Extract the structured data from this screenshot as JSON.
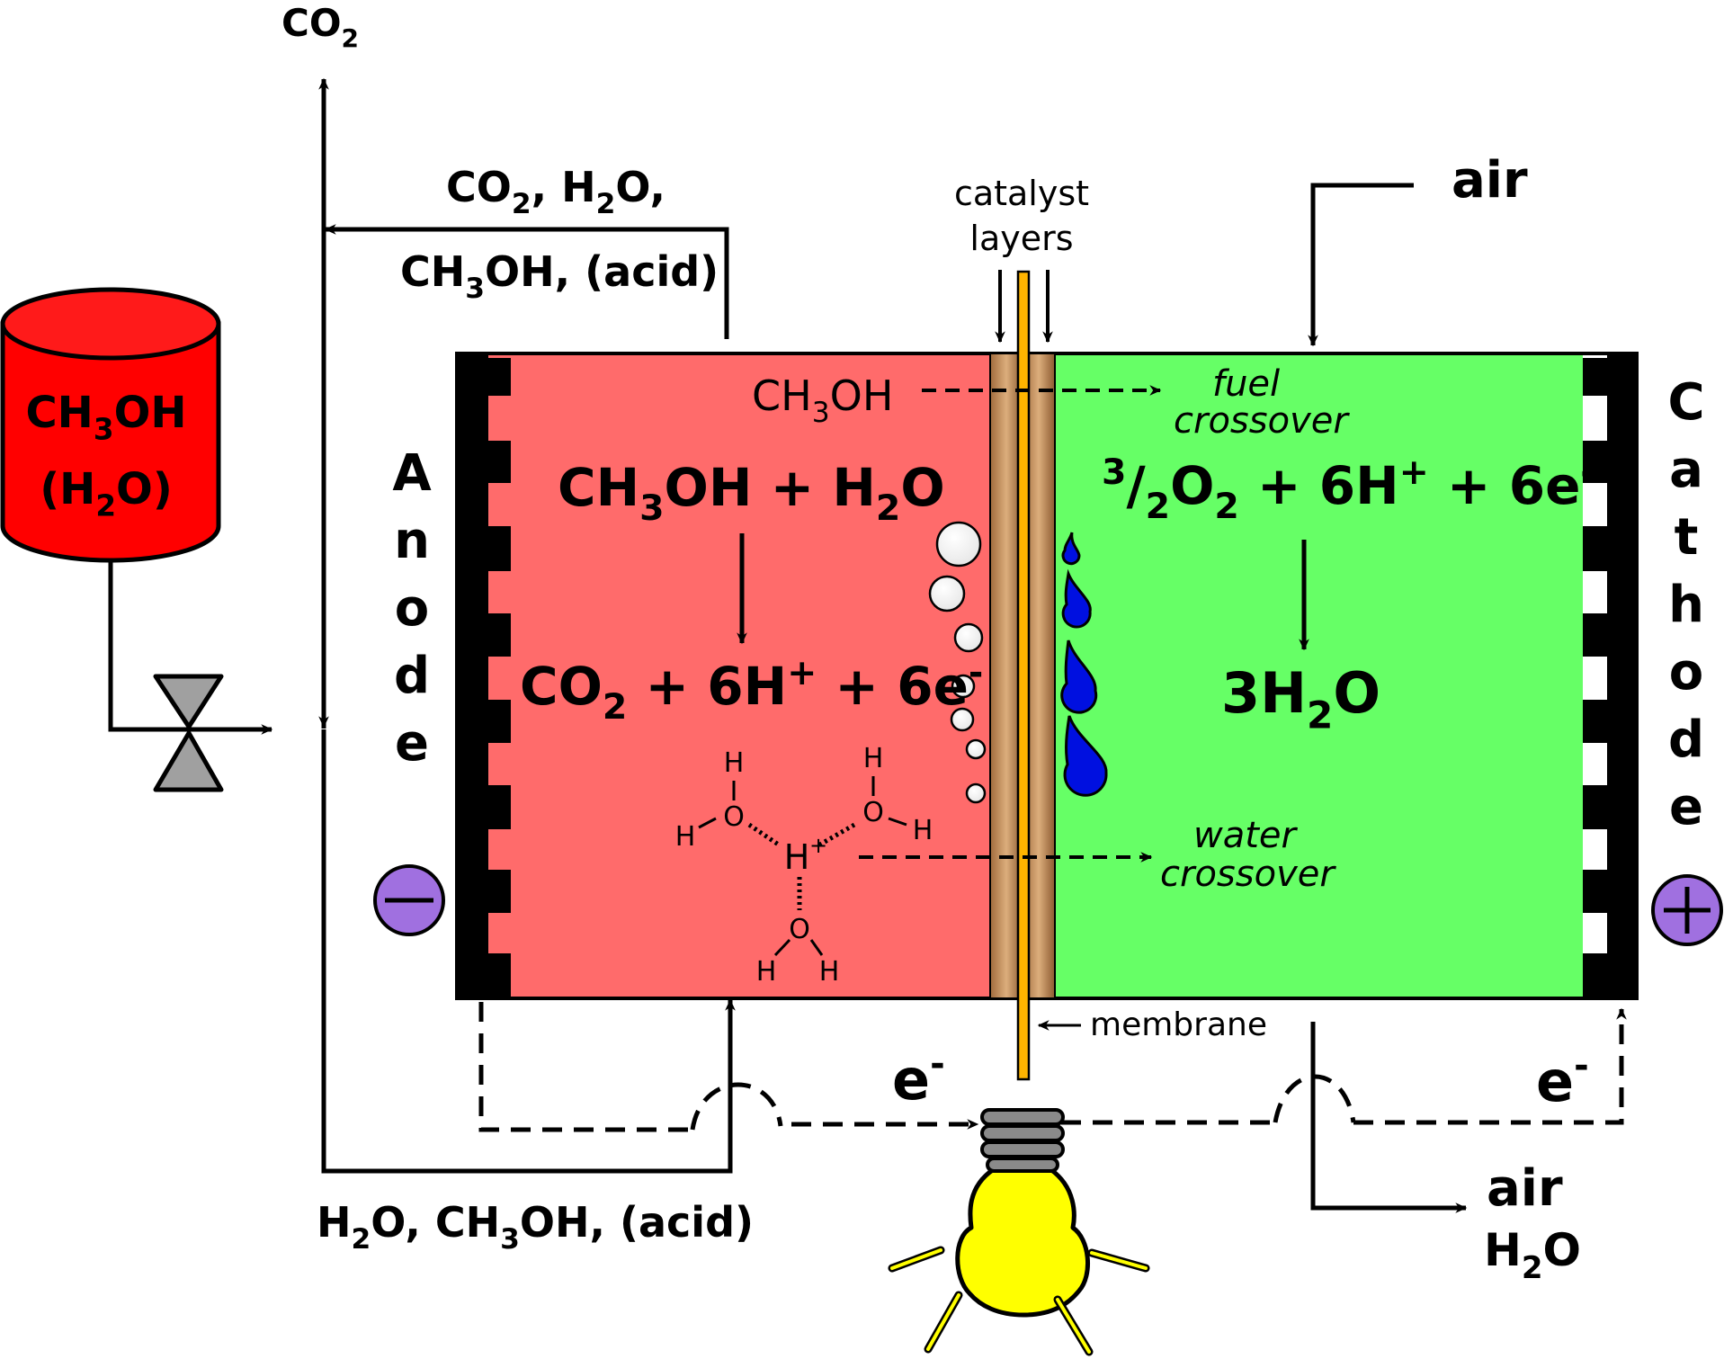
{
  "outlet_top": {
    "main": "CO",
    "sub": "2"
  },
  "anode_exhaust": {
    "line1": [
      {
        "t": "CO"
      },
      {
        "t": "2",
        "sub": true
      },
      {
        "t": ", H"
      },
      {
        "t": "2",
        "sub": true
      },
      {
        "t": "O,"
      }
    ],
    "line2": [
      {
        "t": "CH"
      },
      {
        "t": "3",
        "sub": true
      },
      {
        "t": "OH, (acid)"
      }
    ]
  },
  "anode_feed": [
    {
      "t": "H"
    },
    {
      "t": "2",
      "sub": true
    },
    {
      "t": "O, CH"
    },
    {
      "t": "3",
      "sub": true
    },
    {
      "t": "OH, (acid)"
    }
  ],
  "tank": {
    "line1": [
      {
        "t": "CH"
      },
      {
        "t": "3",
        "sub": true
      },
      {
        "t": "OH"
      }
    ],
    "line2": [
      {
        "t": "(H"
      },
      {
        "t": "2",
        "sub": true
      },
      {
        "t": "O)"
      }
    ]
  },
  "catalyst": {
    "line1": "catalyst",
    "line2": "layers"
  },
  "air_in": "air",
  "air_out": {
    "line1": "air",
    "line2": [
      {
        "t": "H"
      },
      {
        "t": "2",
        "sub": true
      },
      {
        "t": "O"
      }
    ]
  },
  "anode_label": [
    "A",
    "n",
    "o",
    "d",
    "e"
  ],
  "cathode_label": [
    "C",
    "a",
    "t",
    "h",
    "o",
    "d",
    "e"
  ],
  "anode_reaction": {
    "reactants": [
      {
        "t": "CH"
      },
      {
        "t": "3",
        "sub": true
      },
      {
        "t": "OH + H"
      },
      {
        "t": "2",
        "sub": true
      },
      {
        "t": "O"
      }
    ],
    "products": [
      {
        "t": "CO"
      },
      {
        "t": "2",
        "sub": true
      },
      {
        "t": " + 6H"
      },
      {
        "t": "+",
        "sup": true
      },
      {
        "t": " + 6e"
      },
      {
        "t": "-",
        "sup": true
      }
    ]
  },
  "cathode_reaction": {
    "reactants": [
      {
        "t": "3",
        "sup": true
      },
      {
        "t": "/"
      },
      {
        "t": "2",
        "sub": true
      },
      {
        "t": "O"
      },
      {
        "t": "2",
        "sub": true
      },
      {
        "t": " + 6H"
      },
      {
        "t": "+",
        "sup": true
      },
      {
        "t": " + 6e"
      },
      {
        "t": "-",
        "sup": true
      }
    ],
    "products": [
      {
        "t": "3H"
      },
      {
        "t": "2",
        "sub": true
      },
      {
        "t": "O"
      }
    ]
  },
  "crossover": {
    "methanol": [
      {
        "t": "CH"
      },
      {
        "t": "3",
        "sub": true
      },
      {
        "t": "OH"
      }
    ],
    "fuel_1": "fuel",
    "fuel_2": "crossover",
    "water_1": "water",
    "water_2": "crossover"
  },
  "hydronium": {
    "H": "H",
    "O": "O",
    "Hplus": "H",
    "plus": "+"
  },
  "membrane_label": "membrane",
  "electron_left": {
    "main": "e",
    "sup": "-"
  },
  "electron_right": {
    "main": "e",
    "sup": "-"
  },
  "colors": {
    "anode": "#ff6b6b",
    "cathode": "#66ff66",
    "tank": "#ff0000",
    "membrane": "#ffb400",
    "catalyst": "#c8905a",
    "bulb": "#ffff00",
    "terminal": "#a070e0",
    "droplet": "#0010e0",
    "valve": "#a0a0a0"
  }
}
